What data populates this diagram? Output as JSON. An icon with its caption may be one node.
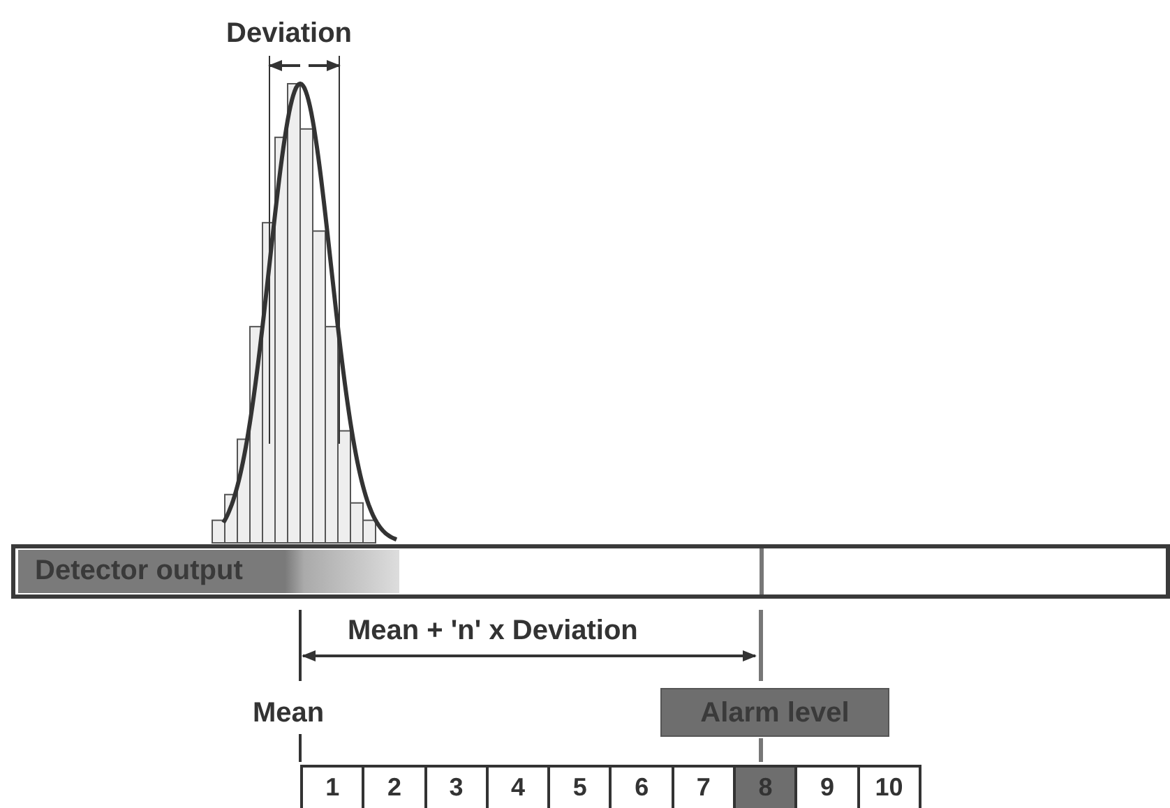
{
  "diagram": {
    "nodes": [
      {
        "text": [
          "Detector output"
        ]
      },
      {
        "text": [
          "Alarm level"
        ]
      }
    ],
    "labels": [
      "Deviation",
      "Mean + 'n' x Deviation",
      "Mean",
      "1",
      "2",
      "3",
      "4",
      "5",
      "6",
      "7",
      "8",
      "9",
      "10"
    ]
  }
}
